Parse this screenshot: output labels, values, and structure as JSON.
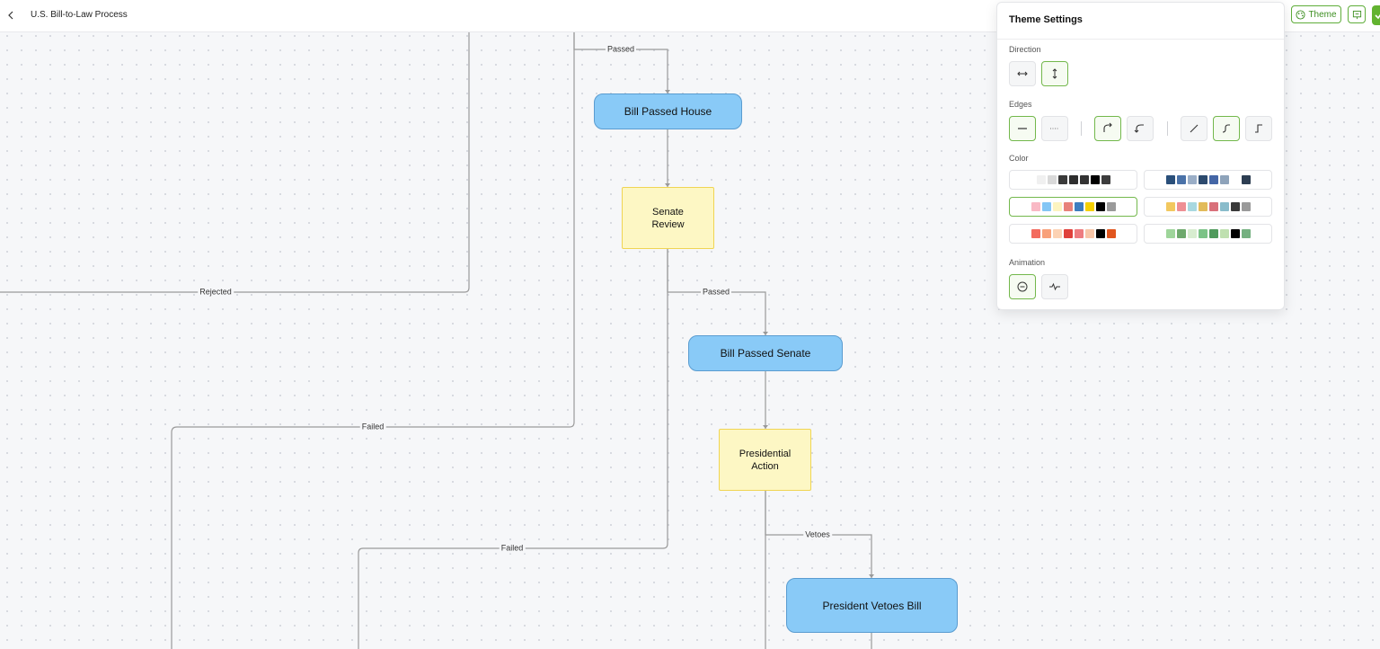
{
  "header": {
    "title": "U.S. Bill-to-Law Process",
    "theme_label": "Theme"
  },
  "edges": [
    {
      "label": "Passed"
    },
    {
      "label": "Rejected"
    },
    {
      "label": "Passed"
    },
    {
      "label": "Failed"
    },
    {
      "label": "Failed"
    },
    {
      "label": "Vetoes"
    }
  ],
  "nodes": [
    {
      "label": "Bill Passed House",
      "shape": "process"
    },
    {
      "label": "Senate\nReview",
      "shape": "decision"
    },
    {
      "label": "Bill Passed Senate",
      "shape": "process"
    },
    {
      "label": "Presidential\nAction",
      "shape": "decision"
    },
    {
      "label": "President Vetoes Bill",
      "shape": "process"
    }
  ],
  "theme_panel": {
    "title": "Theme Settings",
    "direction_label": "Direction",
    "edges_label": "Edges",
    "color_label": "Color",
    "animation_label": "Animation",
    "direction_options": [
      {
        "icon": "horizontal-arrows-icon",
        "selected": false
      },
      {
        "icon": "vertical-arrows-icon",
        "selected": true
      }
    ],
    "edge_style_options": [
      {
        "icon": "solid-line-icon",
        "selected": true
      },
      {
        "icon": "dotted-line-icon",
        "selected": false
      }
    ],
    "edge_arrow_options": [
      {
        "icon": "curved-arrow-right-icon",
        "selected": true
      },
      {
        "icon": "curved-arrow-left-icon",
        "selected": false
      }
    ],
    "edge_curve_options": [
      {
        "icon": "straight-diagonal-icon",
        "selected": false
      },
      {
        "icon": "smooth-step-icon",
        "selected": true
      },
      {
        "icon": "sharp-step-icon",
        "selected": false
      }
    ],
    "palettes": [
      {
        "selected": false,
        "colors": [
          "#f0f0f0",
          "#d9d9d9",
          "#3a3a3a",
          "#2e2e2e",
          "#333333",
          "#000000",
          "#3d3d3d"
        ]
      },
      {
        "selected": false,
        "colors": [
          "#2a4f7a",
          "#4a72a8",
          "#9aaec7",
          "#2c4a6e",
          "#4466a6",
          "#8ea3ba",
          "#ffffff",
          "#2d3e52"
        ]
      },
      {
        "selected": true,
        "colors": [
          "#f9b9c5",
          "#84c6f5",
          "#fdf4c0",
          "#e8827a",
          "#3d7dbf",
          "#f5d000",
          "#000000",
          "#9a9a9a"
        ]
      },
      {
        "selected": false,
        "colors": [
          "#f2c85f",
          "#ee8f94",
          "#a8d8e0",
          "#e2bb5a",
          "#d9707a",
          "#89bccb",
          "#3a3a3a",
          "#9a9a9a"
        ]
      },
      {
        "selected": false,
        "colors": [
          "#f36b5e",
          "#f8a07a",
          "#fcd2b4",
          "#e0403b",
          "#ee7c80",
          "#f8c6a8",
          "#000000",
          "#e1561e"
        ]
      },
      {
        "selected": false,
        "colors": [
          "#9ed59a",
          "#6ea96c",
          "#d8edd0",
          "#7cc387",
          "#4f9a5c",
          "#bfe0b0",
          "#000000",
          "#74b080"
        ]
      }
    ],
    "animation_options": [
      {
        "icon": "no-animation-icon",
        "selected": true
      },
      {
        "icon": "pulse-animation-icon",
        "selected": false
      }
    ]
  },
  "colors": {
    "accent": "#5fae3a",
    "process_fill": "#89caf7",
    "decision_fill": "#fdf7c4",
    "edge": "#9a9a9a"
  }
}
